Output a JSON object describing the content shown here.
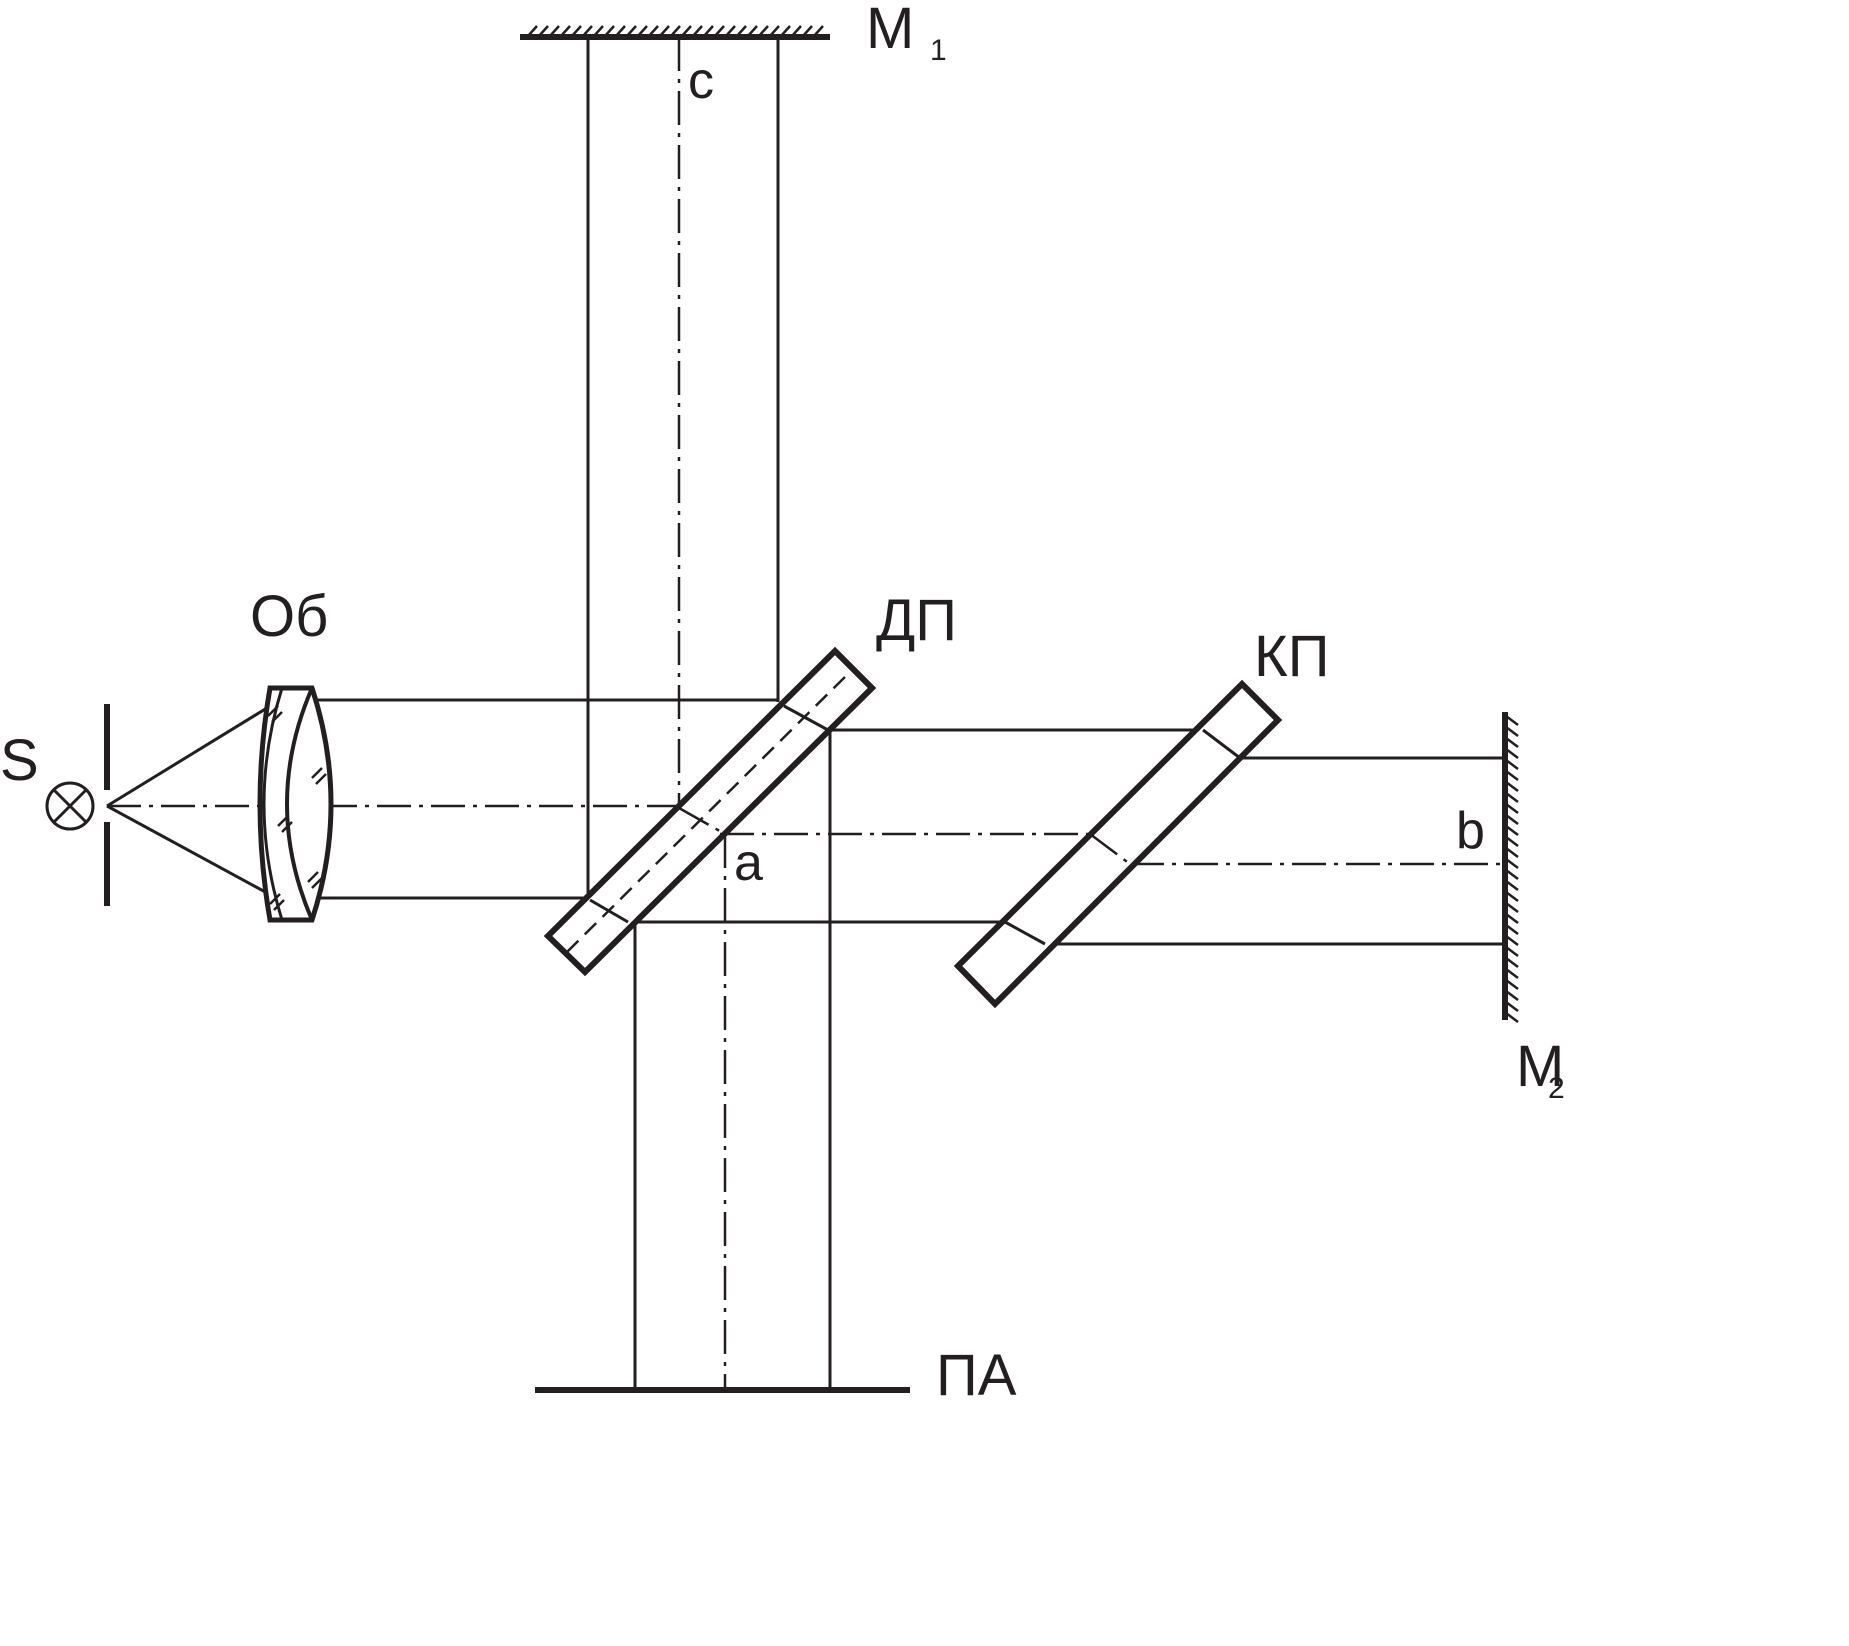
{
  "labels": {
    "source": "S",
    "objective": "Об",
    "beam_splitter": "ДП",
    "compensator": "КП",
    "mirror1": "M",
    "mirror1_sub": "1",
    "mirror2": "M",
    "mirror2_sub": "2",
    "receiver": "ПА",
    "point_a": "a",
    "point_b": "b",
    "point_c": "c"
  }
}
